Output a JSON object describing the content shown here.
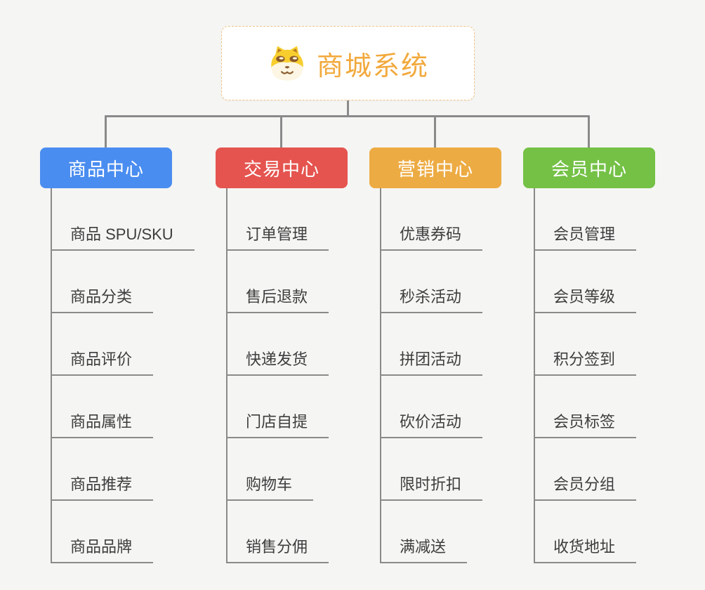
{
  "root": {
    "title": "商城系统",
    "icon": "shiba-dog-icon"
  },
  "branches": [
    {
      "label": "商品中心",
      "color": "#4a8df0",
      "items": [
        "商品 SPU/SKU",
        "商品分类",
        "商品评价",
        "商品属性",
        "商品推荐",
        "商品品牌"
      ]
    },
    {
      "label": "交易中心",
      "color": "#e5544f",
      "items": [
        "订单管理",
        "售后退款",
        "快递发货",
        "门店自提",
        "购物车",
        "销售分佣"
      ]
    },
    {
      "label": "营销中心",
      "color": "#edab43",
      "items": [
        "优惠券码",
        "秒杀活动",
        "拼团活动",
        "砍价活动",
        "限时折扣",
        "满减送"
      ]
    },
    {
      "label": "会员中心",
      "color": "#74c146",
      "items": [
        "会员管理",
        "会员等级",
        "积分签到",
        "会员标签",
        "会员分组",
        "收货地址"
      ]
    }
  ],
  "colors": {
    "background": "#f5f5f3",
    "connector": "#8a8a8a",
    "item_text": "#3d3d3d",
    "item_underline": "#8a8a8a",
    "root_title": "#f2a93c",
    "root_border": "#f2c488",
    "root_background": "#ffffff"
  }
}
